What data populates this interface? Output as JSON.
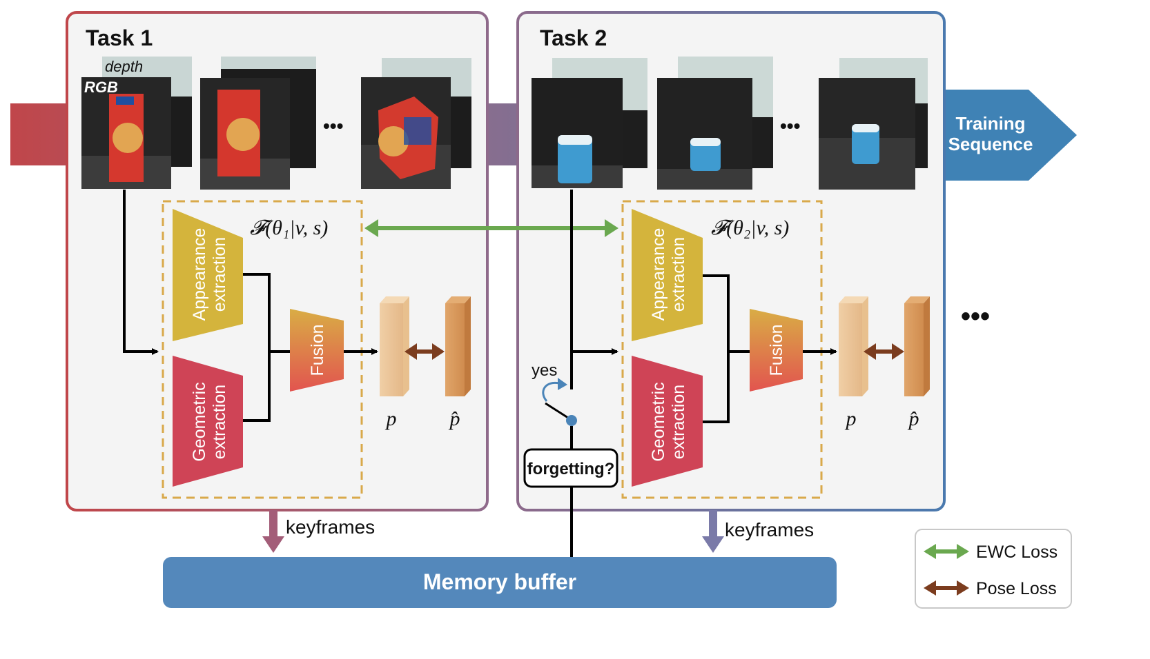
{
  "title": "",
  "task1": {
    "label": "Task 1",
    "depth_label": "depth",
    "rgb_label": "RGB",
    "formula": "𝓕(θ₁|v, s)"
  },
  "task2": {
    "label": "Task 2",
    "formula": "𝓕(θ₂|v, s)"
  },
  "blocks": {
    "appearance_line1": "Appearance",
    "appearance_line2": "extraction",
    "geometric_line1": "Geometric",
    "geometric_line2": "extraction",
    "fusion": "Fusion",
    "p": "p",
    "p_hat": "p̂"
  },
  "ellipsis": "•••",
  "training_sequence_line1": "Training",
  "training_sequence_line2": "Sequence",
  "keyframes": "keyframes",
  "memory_buffer": "Memory buffer",
  "forgetting": "forgetting?",
  "yes": "yes",
  "legend": {
    "ewc": "EWC Loss",
    "pose": "Pose Loss"
  },
  "colors": {
    "task1_border": "#c0464a",
    "task2_border": "#4a79ae",
    "memory_buffer": "#5488bb",
    "ewc_arrow": "#6aa84f",
    "pose_arrow": "#7b3c1e",
    "appearance": "#d4b43c",
    "geometric": "#cf4456",
    "fusion_top": "#d9ad45",
    "fusion_bottom": "#e0544f",
    "dashed_box": "#d9a94a"
  }
}
